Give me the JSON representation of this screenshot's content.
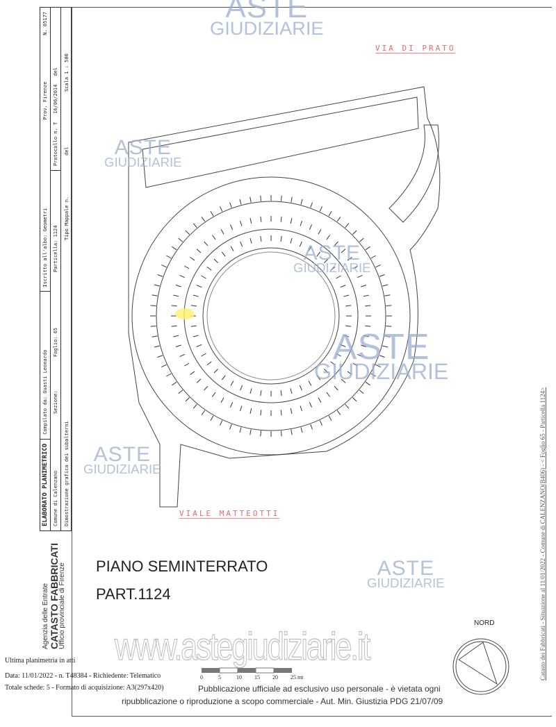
{
  "title_block": {
    "row1": [
      "ELABORATO PLANIMETRICO",
      "Compilato da: Guasti Leonardo",
      "Iscritto all'albo: Geometri",
      "Prov. Firenze",
      "N. 05177"
    ],
    "row2": [
      "Comune di Calenzano",
      "Sezione:",
      "Foglio: 65",
      "Particella: 1124",
      "Protocollo n. T",
      "16/06/2014",
      "del"
    ],
    "row3": [
      "Dimostrazione grafica dei subalterni",
      "Tipo Mappale n.",
      "del",
      "Scala 1 : 500"
    ]
  },
  "streets": {
    "top": "VIA DI PRATO",
    "bottom": "VIALE MATTEOTTI"
  },
  "plan_title": {
    "line1": "PIANO SEMINTERRATO",
    "line2": "PART.1124"
  },
  "north_label": "NORD",
  "logo": {
    "line1": "Agenzia delle Entrate",
    "line2": "CATASTO FABBRICATI",
    "line3": "Ufficio provinciale di Firenze"
  },
  "footer": {
    "line1": "Ultima planimetria in atti",
    "line2": "Data: 11/01/2022 - n. T48384 - Richiedente: Telematico",
    "line3": "Totale schede: 5 - Formato di acquisizione: A3(297x420)",
    "scale_ticks": [
      "0",
      "5",
      "10",
      "15",
      "20",
      "25 mt"
    ]
  },
  "side_note": "Catasto dei Fabbricati - Situazione al 11/01/2022 - Comune di CALENZANO(B406) - < Foglio 65 - Particella 1124>",
  "watermark": {
    "line1": "ASTE",
    "line2": "GIUDIZIARIE",
    "site": "www.astegiudiziarie.it"
  },
  "publication_notice": {
    "line1": "Pubblicazione ufficiale ad esclusivo uso personale - è vietata ogni",
    "line2": "ripubblicazione o riproduzione a scopo commerciale - Aut. Min. Giustizia PDG 21/07/09"
  },
  "colors": {
    "watermark": "#9aaed0",
    "street_handwriting": "#e56a6a",
    "highlight": "#fff36b"
  }
}
